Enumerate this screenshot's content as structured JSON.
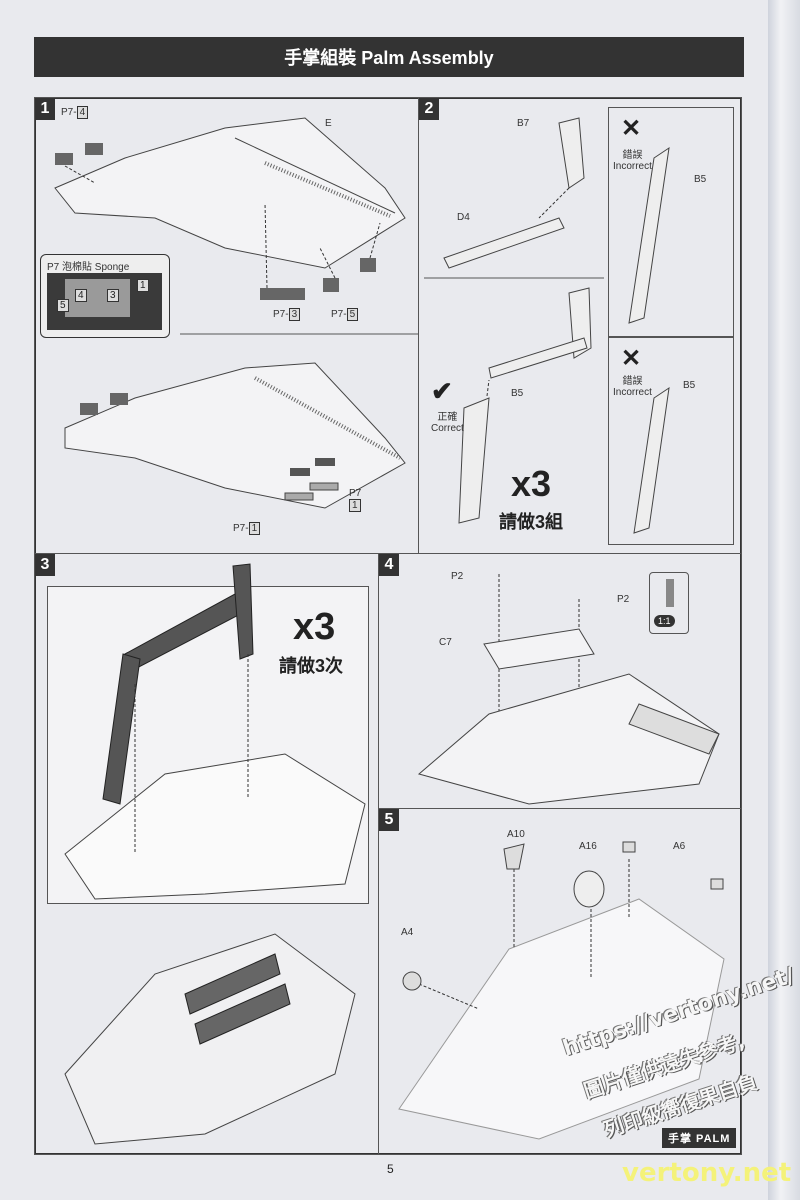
{
  "header": {
    "title": "手掌組裝 Palm Assembly"
  },
  "steps": [
    {
      "number": "1",
      "labels": {
        "p7_4": "P7-",
        "p7_4_box": "4",
        "e": "E",
        "p7_3": "P7-",
        "p7_3_box": "3",
        "p7_5": "P7-",
        "p7_5_box": "5",
        "p7_1": "P7-",
        "p7_1_box": "1",
        "p7": "P7",
        "p7_box": "1"
      },
      "sponge": {
        "title": "P7   泡棉貼 Sponge",
        "cells": [
          "1",
          "4",
          "3",
          "5"
        ]
      }
    },
    {
      "number": "2",
      "labels": {
        "b7": "B7",
        "d4": "D4",
        "b5a": "B5",
        "b5b": "B5",
        "b5c": "B5"
      },
      "incorrect_1": {
        "zh": "錯誤",
        "en": "Incorrect"
      },
      "incorrect_2": {
        "zh": "錯誤",
        "en": "Incorrect"
      },
      "correct": {
        "zh": "正確",
        "en": "Correct"
      },
      "multiplier": "x3",
      "note": "請做3組"
    },
    {
      "number": "3",
      "multiplier": "x3",
      "note": "請做3次"
    },
    {
      "number": "4",
      "labels": {
        "p2a": "P2",
        "p2b": "P2",
        "c7": "C7",
        "scale": "1:1"
      }
    },
    {
      "number": "5",
      "labels": {
        "a10": "A10",
        "a16": "A16",
        "a6": "A6",
        "a4": "A4"
      }
    }
  ],
  "footer": {
    "tag": "手掌 PALM",
    "page": "5"
  },
  "watermark": {
    "url": "https://vertony.net/",
    "line1": "圖片僅供遠失參考,",
    "line2": "列印級嚮復果自負",
    "site": "vertony.net"
  }
}
